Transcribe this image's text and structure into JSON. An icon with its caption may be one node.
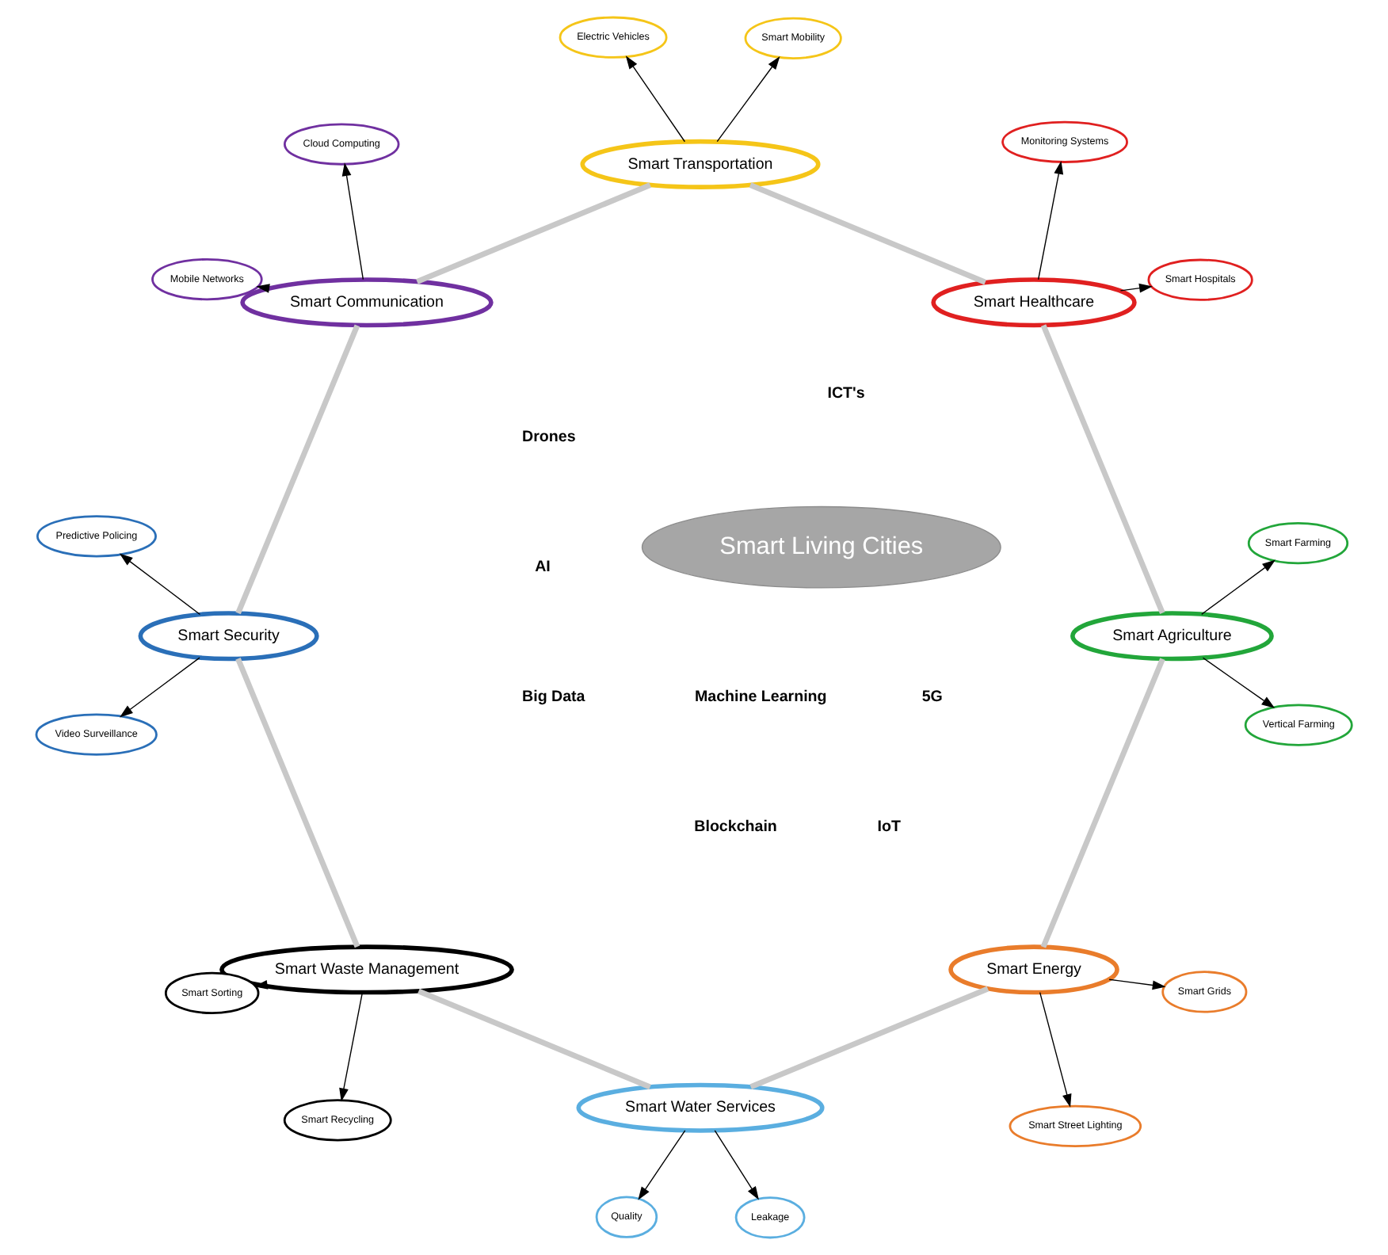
{
  "diagram": {
    "nodes": [
      {
        "text": [
          "Smart Energy"
        ]
      },
      {
        "text": [
          "Smart Street Lighting"
        ]
      },
      {
        "text": [
          "Smart Grids"
        ]
      },
      {
        "text": [
          "Smart Water Services"
        ]
      },
      {
        "text": [
          "Quality"
        ]
      },
      {
        "text": [
          "Leakage"
        ]
      },
      {
        "text": [
          "Smart Waste Management"
        ]
      },
      {
        "text": [
          "Smart Sorting"
        ]
      },
      {
        "text": [
          "Smart Recycling"
        ]
      },
      {
        "text": [
          "Smart Security"
        ]
      },
      {
        "text": [
          "Predictive Policing"
        ]
      },
      {
        "text": [
          "Video Surveillance"
        ]
      },
      {
        "text": [
          "Smart Communication"
        ]
      },
      {
        "text": [
          "Cloud Computing"
        ]
      },
      {
        "text": [
          "Mobile Networks"
        ]
      },
      {
        "text": [
          "Smart Transportation"
        ]
      },
      {
        "text": [
          "Smart Mobility"
        ]
      },
      {
        "text": [
          "Electric Vehicles"
        ]
      },
      {
        "text": [
          "Smart Healthcare"
        ]
      },
      {
        "text": [
          "Smart Hospitals"
        ]
      },
      {
        "text": [
          "Monitoring Systems"
        ]
      },
      {
        "text": [
          "Smart Agriculture"
        ]
      },
      {
        "text": [
          "Vertical Farming"
        ]
      },
      {
        "text": [
          "Smart Farming"
        ]
      },
      {
        "text": [
          "Smart Living Cities"
        ]
      }
    ],
    "edges": [
      {
        "from": 0,
        "to": 1,
        "arrow": "to"
      },
      {
        "from": 0,
        "to": 2,
        "arrow": "to"
      },
      {
        "from": 3,
        "to": 4,
        "arrow": "to"
      },
      {
        "from": 3,
        "to": 5,
        "arrow": "to"
      },
      {
        "from": 6,
        "to": 7,
        "arrow": "to"
      },
      {
        "from": 6,
        "to": 8,
        "arrow": "to"
      },
      {
        "from": 9,
        "to": 10,
        "arrow": "to"
      },
      {
        "from": 9,
        "to": 11,
        "arrow": "to"
      },
      {
        "from": 12,
        "to": 13,
        "arrow": "to"
      },
      {
        "from": 12,
        "to": 14,
        "arrow": "to"
      },
      {
        "from": 15,
        "to": 16,
        "arrow": "to"
      },
      {
        "from": 15,
        "to": 17,
        "arrow": "to"
      },
      {
        "from": 18,
        "to": 19,
        "arrow": "to"
      },
      {
        "from": 18,
        "to": 20,
        "arrow": "to"
      },
      {
        "from": 21,
        "to": 22,
        "arrow": "to"
      },
      {
        "from": 21,
        "to": 23,
        "arrow": "to"
      },
      {
        "from": 0,
        "to": 3,
        "arrow": "none",
        "style": "thick",
        "color": "#c8c8c8"
      },
      {
        "from": 3,
        "to": 6,
        "arrow": "none",
        "style": "thick",
        "color": "#c8c8c8"
      },
      {
        "from": 6,
        "to": 9,
        "arrow": "none",
        "style": "thick",
        "color": "#c8c8c8"
      },
      {
        "from": 9,
        "to": 12,
        "arrow": "none",
        "style": "thick",
        "color": "#c8c8c8"
      },
      {
        "from": 12,
        "to": 15,
        "arrow": "none",
        "style": "thick",
        "color": "#c8c8c8"
      },
      {
        "from": 15,
        "to": 18,
        "arrow": "none",
        "style": "thick",
        "color": "#c8c8c8"
      },
      {
        "from": 18,
        "to": 21,
        "arrow": "none",
        "style": "thick",
        "color": "#c8c8c8"
      },
      {
        "from": 21,
        "to": 0,
        "arrow": "none",
        "style": "thick",
        "color": "#c8c8c8"
      }
    ],
    "labels": [
      "AI",
      "Big Data",
      "Drones",
      "Blockchain",
      "IoT",
      "5G",
      "Machine Learning",
      "ICT's"
    ]
  }
}
